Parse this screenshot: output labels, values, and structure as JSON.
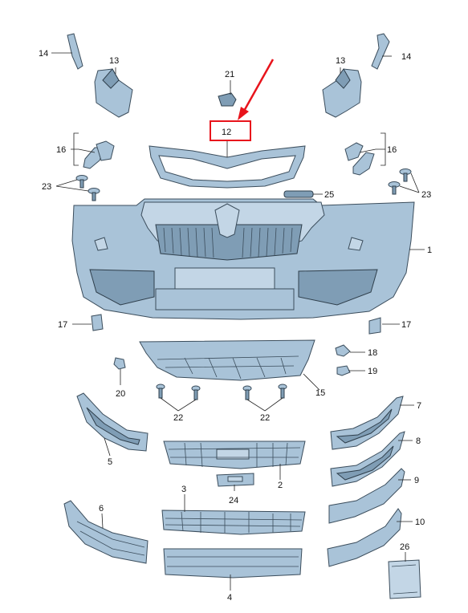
{
  "callouts": {
    "p1": "1",
    "p2": "2",
    "p3": "3",
    "p4": "4",
    "p5": "5",
    "p6": "6",
    "p7": "7",
    "p8": "8",
    "p9": "9",
    "p10": "10",
    "p12": "12",
    "p13": "13",
    "p14": "14",
    "p15": "15",
    "p16": "16",
    "p17": "17",
    "p18": "18",
    "p19": "19",
    "p20": "20",
    "p21": "21",
    "p22": "22",
    "p23": "23",
    "p24": "24",
    "p25": "25",
    "p26": "26"
  },
  "highlighted_part": "12",
  "colors": {
    "part_fill": "#a9c3d8",
    "part_outline": "#3b4d5c",
    "highlight": "#e8141c"
  }
}
